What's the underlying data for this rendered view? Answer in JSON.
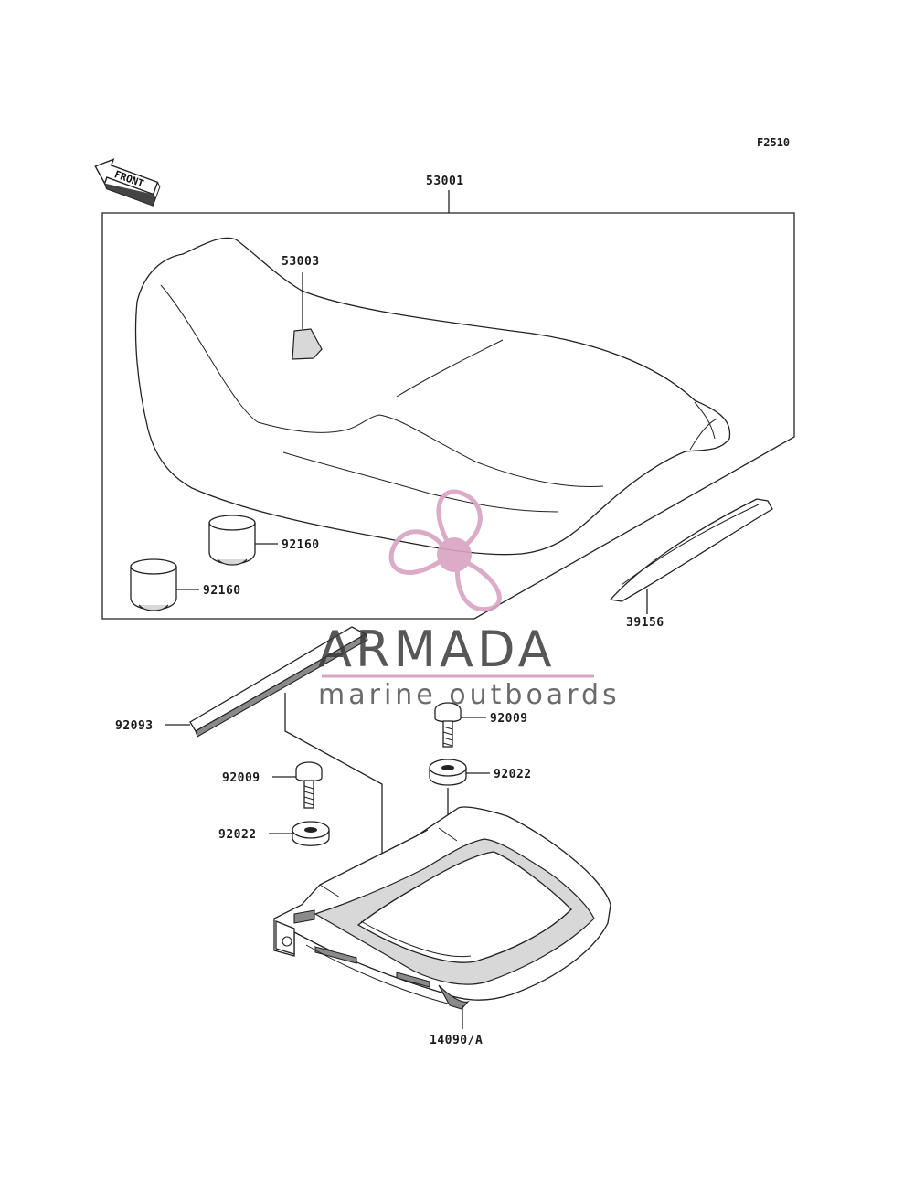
{
  "diagram": {
    "figure_code": "F2510",
    "front_label": "FRONT",
    "parts": {
      "seat_assy": "53001",
      "seat_label": "53003",
      "damper_upper": "92160",
      "damper_lower": "92160",
      "trim_strip": "39156",
      "seal_strip": "92093",
      "bolt_right": "92009",
      "washer_right": "92022",
      "bolt_left": "92009",
      "washer_left": "92022",
      "seat_base": "14090/A"
    }
  },
  "watermark": {
    "title": "ARMADA",
    "subtitle": "marine outboards",
    "accent_color": "#d9a3c2",
    "text_color": "#3a3a3a",
    "logo_icon": "propeller-icon"
  }
}
